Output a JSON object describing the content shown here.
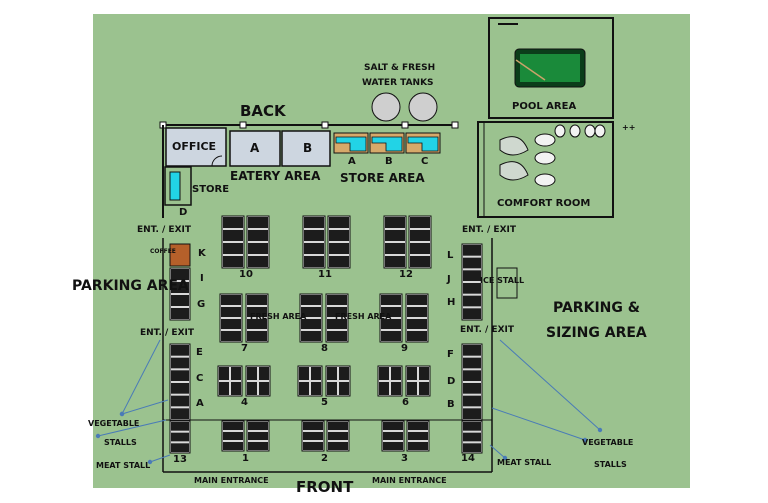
{
  "labels": {
    "back": "BACK",
    "front": "FRONT",
    "office": "OFFICE",
    "eatery_a": "A",
    "eatery_b": "B",
    "eatery_area": "EATERY AREA",
    "store_a": "A",
    "store_b": "B",
    "store_c": "C",
    "store_area": "STORE AREA",
    "store": "STORE",
    "store_d": "D",
    "salt_tanks_1": "SALT & FRESH",
    "salt_tanks_2": "WATER TANKS",
    "pool_area": "POOL AREA",
    "comfort_room": "COMFORT ROOM",
    "ent_exit": "ENT. / EXIT",
    "parking_area": "PARKING AREA",
    "parking_sizing_1": "PARKING &",
    "parking_sizing_2": "SIZING AREA",
    "coffee": "COFFEE",
    "ice_stall": "ICE STALL",
    "fresh_area": "FRESH AREA",
    "vegetable": "VEGETABLE",
    "stalls": "STALLS",
    "meat_stall": "MEAT STALL",
    "main_entrance": "MAIN ENTRANCE",
    "plus_marks": "++"
  },
  "letters": {
    "K": "K",
    "I": "I",
    "G": "G",
    "E": "E",
    "C": "C",
    "A": "A",
    "L": "L",
    "J": "J",
    "H": "H",
    "F": "F",
    "D": "D",
    "B": "B"
  },
  "stall_numbers": [
    "1",
    "2",
    "3",
    "4",
    "5",
    "6",
    "7",
    "8",
    "9",
    "10",
    "11",
    "12",
    "13",
    "14"
  ],
  "colors": {
    "background": "#9bc28f",
    "line": "#111111",
    "office_fill": "#cdd6e0",
    "store_fill": "#22d3e6",
    "store_accent": "#d6a96a",
    "coffee": "#b5602a",
    "tank": "#cfcfcf",
    "pool_green": "#1a8a3a",
    "arrow": "#4a7bb7"
  }
}
